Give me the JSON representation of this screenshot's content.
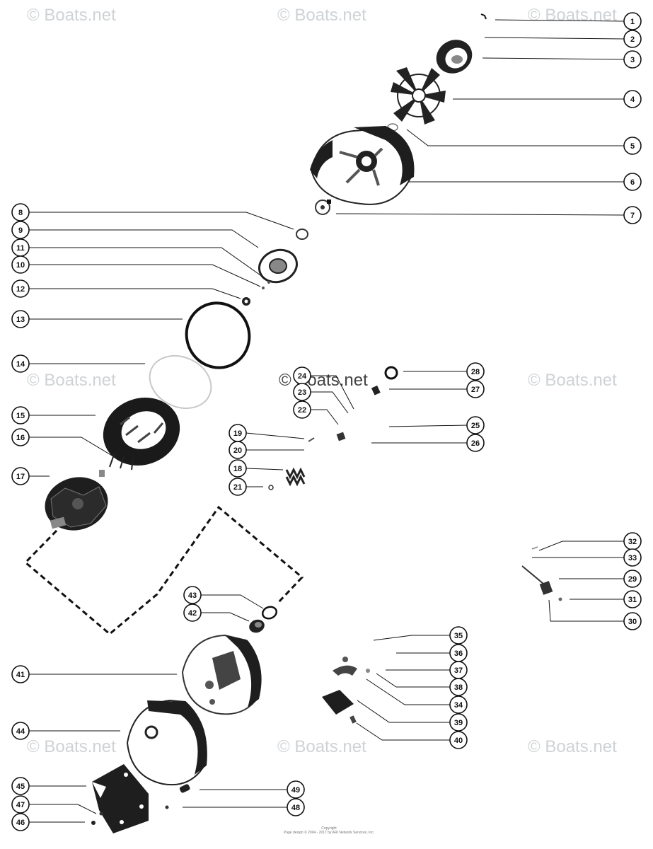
{
  "watermark": "© Boats.net",
  "footer": {
    "line1": "Copyright",
    "line2": "Page design © 2004 - 2017 by ARI Network Services, Inc."
  },
  "callouts": [
    {
      "id": "1",
      "label": "1"
    },
    {
      "id": "2",
      "label": "2"
    },
    {
      "id": "3",
      "label": "3"
    },
    {
      "id": "4",
      "label": "4"
    },
    {
      "id": "5",
      "label": "5"
    },
    {
      "id": "6",
      "label": "6"
    },
    {
      "id": "7",
      "label": "7"
    },
    {
      "id": "8",
      "label": "8"
    },
    {
      "id": "9",
      "label": "9"
    },
    {
      "id": "11",
      "label": "11"
    },
    {
      "id": "10",
      "label": "10"
    },
    {
      "id": "12",
      "label": "12"
    },
    {
      "id": "13",
      "label": "13"
    },
    {
      "id": "14",
      "label": "14"
    },
    {
      "id": "15",
      "label": "15"
    },
    {
      "id": "16",
      "label": "16"
    },
    {
      "id": "17",
      "label": "17"
    },
    {
      "id": "24",
      "label": "24"
    },
    {
      "id": "23",
      "label": "23"
    },
    {
      "id": "22",
      "label": "22"
    },
    {
      "id": "28",
      "label": "28"
    },
    {
      "id": "27",
      "label": "27"
    },
    {
      "id": "25",
      "label": "25"
    },
    {
      "id": "26",
      "label": "26"
    },
    {
      "id": "19",
      "label": "19"
    },
    {
      "id": "20",
      "label": "20"
    },
    {
      "id": "18",
      "label": "18"
    },
    {
      "id": "21",
      "label": "21"
    },
    {
      "id": "32",
      "label": "32"
    },
    {
      "id": "33",
      "label": "33"
    },
    {
      "id": "29",
      "label": "29"
    },
    {
      "id": "31",
      "label": "31"
    },
    {
      "id": "30",
      "label": "30"
    },
    {
      "id": "43",
      "label": "43"
    },
    {
      "id": "42",
      "label": "42"
    },
    {
      "id": "35",
      "label": "35"
    },
    {
      "id": "36",
      "label": "36"
    },
    {
      "id": "37",
      "label": "37"
    },
    {
      "id": "38",
      "label": "38"
    },
    {
      "id": "34",
      "label": "34"
    },
    {
      "id": "39",
      "label": "39"
    },
    {
      "id": "40",
      "label": "40"
    },
    {
      "id": "41",
      "label": "41"
    },
    {
      "id": "44",
      "label": "44"
    },
    {
      "id": "45",
      "label": "45"
    },
    {
      "id": "47",
      "label": "47"
    },
    {
      "id": "46",
      "label": "46"
    },
    {
      "id": "49",
      "label": "49"
    },
    {
      "id": "48",
      "label": "48"
    }
  ]
}
